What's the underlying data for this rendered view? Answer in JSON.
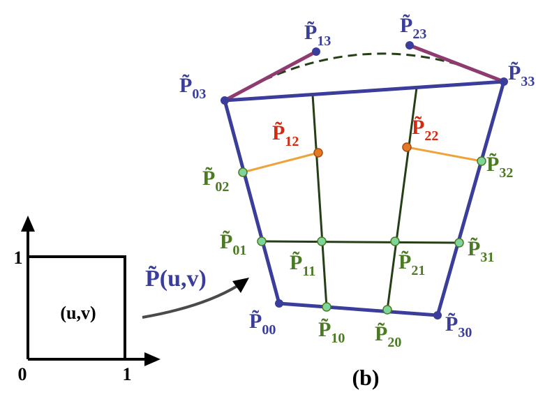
{
  "colors": {
    "blue": "#3a3e9a",
    "green": "#4a7a22",
    "red": "#d42a12",
    "dark_green": "#243f16",
    "orange": "#eea33a",
    "purple": "#8e3c70",
    "point_green": "#7fd49a",
    "point_orange": "#e07a26",
    "black": "#000000",
    "gray_arrow": "#4a4a4a"
  },
  "domain_square": {
    "center_label": "(u,v)",
    "origin_label": "0",
    "x_tick_label": "1",
    "y_tick_label": "1"
  },
  "mapping_label": "P̃(u,v)",
  "caption": "(b)",
  "points": {
    "P00": {
      "base": "P̃",
      "sub": "00"
    },
    "P10": {
      "base": "P̃",
      "sub": "10"
    },
    "P20": {
      "base": "P̃",
      "sub": "20"
    },
    "P30": {
      "base": "P̃",
      "sub": "30"
    },
    "P01": {
      "base": "P̃",
      "sub": "01"
    },
    "P11": {
      "base": "P̃",
      "sub": "11"
    },
    "P21": {
      "base": "P̃",
      "sub": "21"
    },
    "P31": {
      "base": "P̃",
      "sub": "31"
    },
    "P02": {
      "base": "P̃",
      "sub": "02"
    },
    "P12": {
      "base": "P̃",
      "sub": "12"
    },
    "P22": {
      "base": "P̃",
      "sub": "22"
    },
    "P32": {
      "base": "P̃",
      "sub": "32"
    },
    "P03": {
      "base": "P̃",
      "sub": "03"
    },
    "P13": {
      "base": "P̃",
      "sub": "13"
    },
    "P23": {
      "base": "P̃",
      "sub": "23"
    },
    "P33": {
      "base": "P̃",
      "sub": "33"
    }
  }
}
